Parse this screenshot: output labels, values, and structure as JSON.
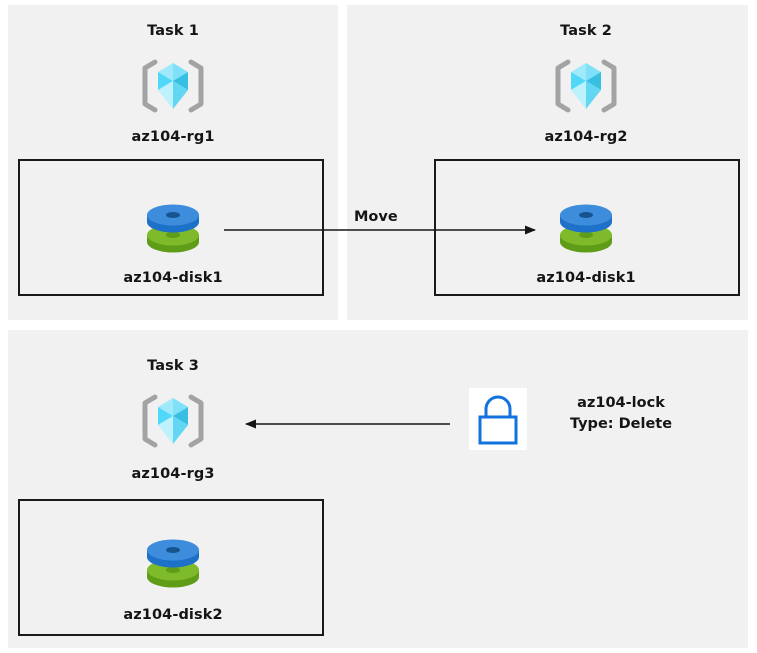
{
  "diagram": {
    "background": "#ffffff",
    "panel_color": "#f1f1f1",
    "box_border_color": "#1a1a1a",
    "arrow_color": "#151515"
  },
  "panels": [
    {
      "id": "task1",
      "title": "Task 1",
      "resource_group": {
        "icon": "resource-group-icon",
        "label": "az104-rg1"
      },
      "resource": {
        "icon": "managed-disk-icon",
        "label": "az104-disk1"
      }
    },
    {
      "id": "task2",
      "title": "Task 2",
      "resource_group": {
        "icon": "resource-group-icon",
        "label": "az104-rg2"
      },
      "resource": {
        "icon": "managed-disk-icon",
        "label": "az104-disk1"
      }
    },
    {
      "id": "task3",
      "title": "Task 3",
      "resource_group": {
        "icon": "resource-group-icon",
        "label": "az104-rg3"
      },
      "resource": {
        "icon": "managed-disk-icon",
        "label": "az104-disk2"
      }
    }
  ],
  "connectors": {
    "move": {
      "label": "Move",
      "direction": "right",
      "from": "az104-disk1 in az104-rg1",
      "to": "az104-disk1 in az104-rg2"
    },
    "lock_applied": {
      "direction": "left",
      "from": "az104-lock",
      "to": "az104-rg3"
    }
  },
  "lock": {
    "icon": "lock-icon",
    "name": "az104-lock",
    "type_line": "Type: Delete",
    "stroke_color": "#1273de"
  },
  "icon_colors": {
    "cube_light": "#7fe3fb",
    "cube_mid": "#50d9f7",
    "cube_dark": "#29b6d8",
    "cube_pale": "#b3f0fd",
    "bracket": "#a3a3a3",
    "disk_blue": "#3d8ddc",
    "disk_blue_dark": "#1d71c8",
    "disk_green": "#7fba2a",
    "disk_green_dark": "#5f9c18"
  }
}
